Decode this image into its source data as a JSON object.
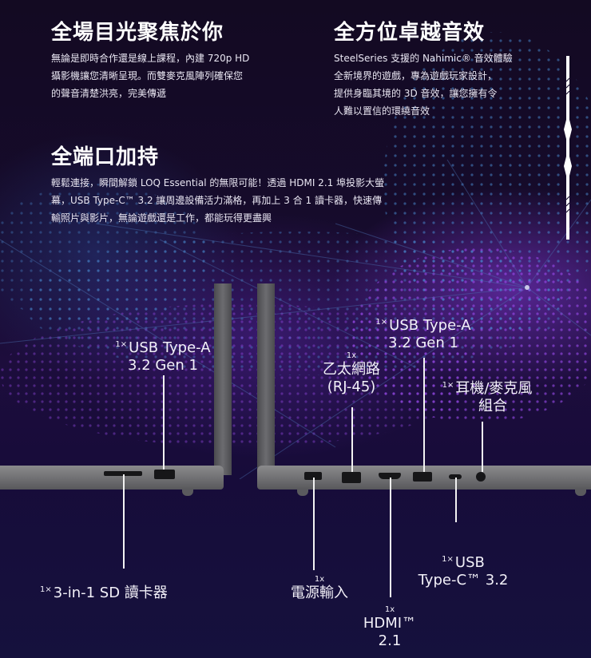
{
  "sections": {
    "camera": {
      "title": "全場目光聚焦於你",
      "body": "無論是即時合作還是線上課程，內建 720p HD\n攝影機讓您清晰呈現。而雙麥克風陣列確保您\n的聲音清楚洪亮，完美傳遞"
    },
    "audio": {
      "title": "全方位卓越音效",
      "body": "SteelSeries 支援的 Nahimic® 音效體驗\n全新境界的遊戲，專為遊戲玩家設計，\n提供身臨其境的 3D 音效，讓您擁有令\n人難以置信的環繞音效"
    },
    "ports": {
      "title": "全端口加持",
      "body": "輕鬆連接，瞬間解鎖 LOQ Essential 的無限可能！透過 HDMI 2.1 埠投影大螢\n幕，USB Type-C™ 3.2 讓周邊設備活力滿格，再加上 3 合 1 讀卡器，快速傳\n輸照片與影片，無論遊戲還是工作，都能玩得更盡興"
    }
  },
  "port_labels": {
    "left_usb_a": {
      "qty": "1×",
      "line1": "USB Type-A",
      "line2": "3.2 Gen 1"
    },
    "sd_reader": {
      "qty": "1×",
      "line1": "3-in-1 SD 讀卡器"
    },
    "right_usb_a": {
      "qty": "1×",
      "line1": "USB Type-A",
      "line2": "3.2 Gen 1"
    },
    "ethernet": {
      "qty": "1x",
      "line1": "乙太網路",
      "line2": "(RJ-45)"
    },
    "audio_jack": {
      "qty": "1×",
      "line1": "耳機/麥克風",
      "line2": "組合"
    },
    "power": {
      "qty": "1x",
      "line1": "電源輸入"
    },
    "hdmi": {
      "qty": "1x",
      "line1": "HDMI™",
      "line2": "2.1"
    },
    "usb_c": {
      "qty": "1×",
      "line1": "USB",
      "line2": "Type-C™ 3.2"
    }
  },
  "colors": {
    "background": "#150b2e",
    "accent_purple": "#8c3ce6",
    "dot_blue": "#4a8fd8",
    "text": "#ffffff",
    "chassis": "#7a7a7d"
  }
}
